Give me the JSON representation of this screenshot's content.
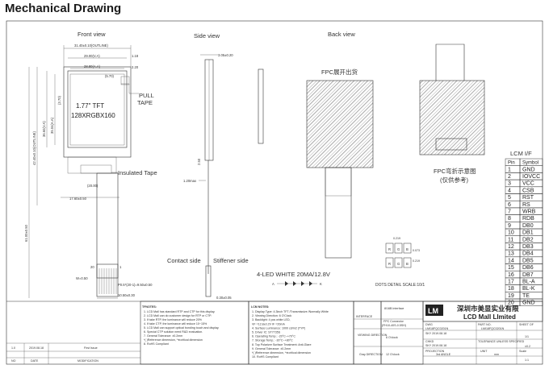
{
  "title": "Mechanical Drawing",
  "views": {
    "front": "Front view",
    "side": "Side view",
    "back": "Back view"
  },
  "front": {
    "screen_line1": "1.77\" TFT",
    "screen_line2": "128XRGBX160",
    "pull_tape_1": "PULL",
    "pull_tape_2": "TAPE",
    "insulated_tape": "Insulated Tape",
    "dims": {
      "outline_w": "31.40±0.10(OUTLINE)",
      "va_w": "29.00(V.A)",
      "aa_w": "28.80(A.A)",
      "offset": "(5.70)",
      "t1": "1.18",
      "t2": "2.20",
      "outline_h": "42.40±0.10(OUTLINE)",
      "va_h": "36.60(V.A)",
      "aa_h": "35.04(A.A)",
      "h1": "(3.70)",
      "fpc_w1": "(20.00)",
      "fpc_w2": "17.60±0.50",
      "fpc_len": "61.00±0.50",
      "w": "W=0.50",
      "pitch": "P0.5*(20-1)=9.50±0.50",
      "tail_w": "10.50±0.30",
      "pin20": "20",
      "pin1": "1"
    }
  },
  "side": {
    "thickness": "3.05±0.20",
    "d1": "2.50",
    "d2": "1.20max",
    "d3": "0.30±0.05",
    "contact_side": "Contact side",
    "stiffener_side": "Stiffener side"
  },
  "back": {
    "fpc_note1": "FPC展开出货",
    "fpc_note2": "FPC弯折示意图",
    "fpc_note3": "(仅供参考)",
    "led": "4-LED WHITE 20MA/12.8V",
    "led_a": "A",
    "led_k": "K",
    "dots_detail": "DOTS DETAIL SCALE:10/1",
    "dot_dim1": "0.219",
    "dot_dim2": "0.073",
    "dot_dim3": "0.219",
    "rgb": [
      "R",
      "G",
      "B"
    ]
  },
  "lcm": {
    "title": "LCM I/F",
    "headers": [
      "Pin",
      "Symbol"
    ],
    "rows": [
      [
        "1",
        "GND"
      ],
      [
        "2",
        "IOVCC"
      ],
      [
        "3",
        "VCC"
      ],
      [
        "4",
        "CSB"
      ],
      [
        "5",
        "RST"
      ],
      [
        "6",
        "RS"
      ],
      [
        "7",
        "WRB"
      ],
      [
        "8",
        "RDB"
      ],
      [
        "9",
        "DB0"
      ],
      [
        "10",
        "DB1"
      ],
      [
        "11",
        "DB2"
      ],
      [
        "12",
        "DB3"
      ],
      [
        "13",
        "DB4"
      ],
      [
        "14",
        "DB5"
      ],
      [
        "15",
        "DB6"
      ],
      [
        "16",
        "DB7"
      ],
      [
        "17",
        "BL-A"
      ],
      [
        "18",
        "BL-K"
      ],
      [
        "19",
        "TE"
      ],
      [
        "20",
        "GND"
      ]
    ]
  },
  "titleblock": {
    "notes_title": "TFNOTES:",
    "notes": [
      "1. LCD Mall has standard RTP and CTP for this display.",
      "2. LCD Mall can do customer design for RTP or CTP.",
      "3. If take RTP, the luminance will reduce 20%",
      "4. If take CTP, the luminance will reduce 10~15%",
      "5. LCD Mall can support optical bonding touch and display.",
      "6. Special CTP solution need R&D evaluation.",
      "7. General Tolerance: ±0.2mm",
      "   *( )Reference dimension, *★critical dimension",
      "8. RoHS Compliant"
    ],
    "lcm_title": "LCM NOTES:",
    "lcm_notes": [
      "1. Display Type: 4.3inch TFT /Transmissive /Normally White",
      "2. Viewing Direction: 6 O'Clock",
      "3. Backlight: 4 pcs white LED,",
      "   VF =12.8±0.2V IF =20mA",
      "4. Surface Luminance: 1000 cd/m2 (TYP)",
      "5. Driver IC: ST7735S",
      "6. Operating Temp.: -20°C~+70°C",
      "7. Storage Temp.: -30°C~+80°C",
      "8. Top Polarizer Surface Treatment: Anti-Glare",
      "9. General Tolerance: ±0.2mm",
      "   *( )Reference dimension, *★critical dimension",
      "10. RoHS Compliant"
    ],
    "interface_label": "INTERFACE",
    "interface_val": "8/16B Interface",
    "fpc_conn": "FPC Connector",
    "fpc_conn_part": "(FH10-40S-0.5SH)",
    "viewing_label": "VIEWING DIRECTION",
    "viewing_val": "6 O'clock",
    "gray_label": "Gray DIRECTION",
    "gray_val": "12 O'clock",
    "company_cn": "深圳市美显实业有限",
    "company_en": "LCD Mall LImited",
    "part_no_label": "PART NO.",
    "part_no": "LMI18FQC0201N",
    "dwg_label": "DWG",
    "dwg_val": "LMI18FQC0201N",
    "sheet_label": "SHEET OF",
    "sheet_val": "1/1",
    "chk_label": "CHKD",
    "chk_val": "SKY 2019.08.18",
    "dwn_val": "SKY 2019.08.18",
    "tol_label": "TOLERANCE UNLESS SPECIFIED",
    "tol_val": "±0.2",
    "proj_label": "PROJECTION",
    "proj_val": "3rd ANGLE",
    "unit_label": "UNIT",
    "unit_val": "mm",
    "scale_label": "Scale",
    "scale_val": "1:1",
    "rev_no": "1.0",
    "rev_date": "2019.08.18",
    "rev_desc": "First Issue",
    "rev_h1": "NO",
    "rev_h2": "DATE",
    "rev_h3": "MODIFICATION"
  }
}
